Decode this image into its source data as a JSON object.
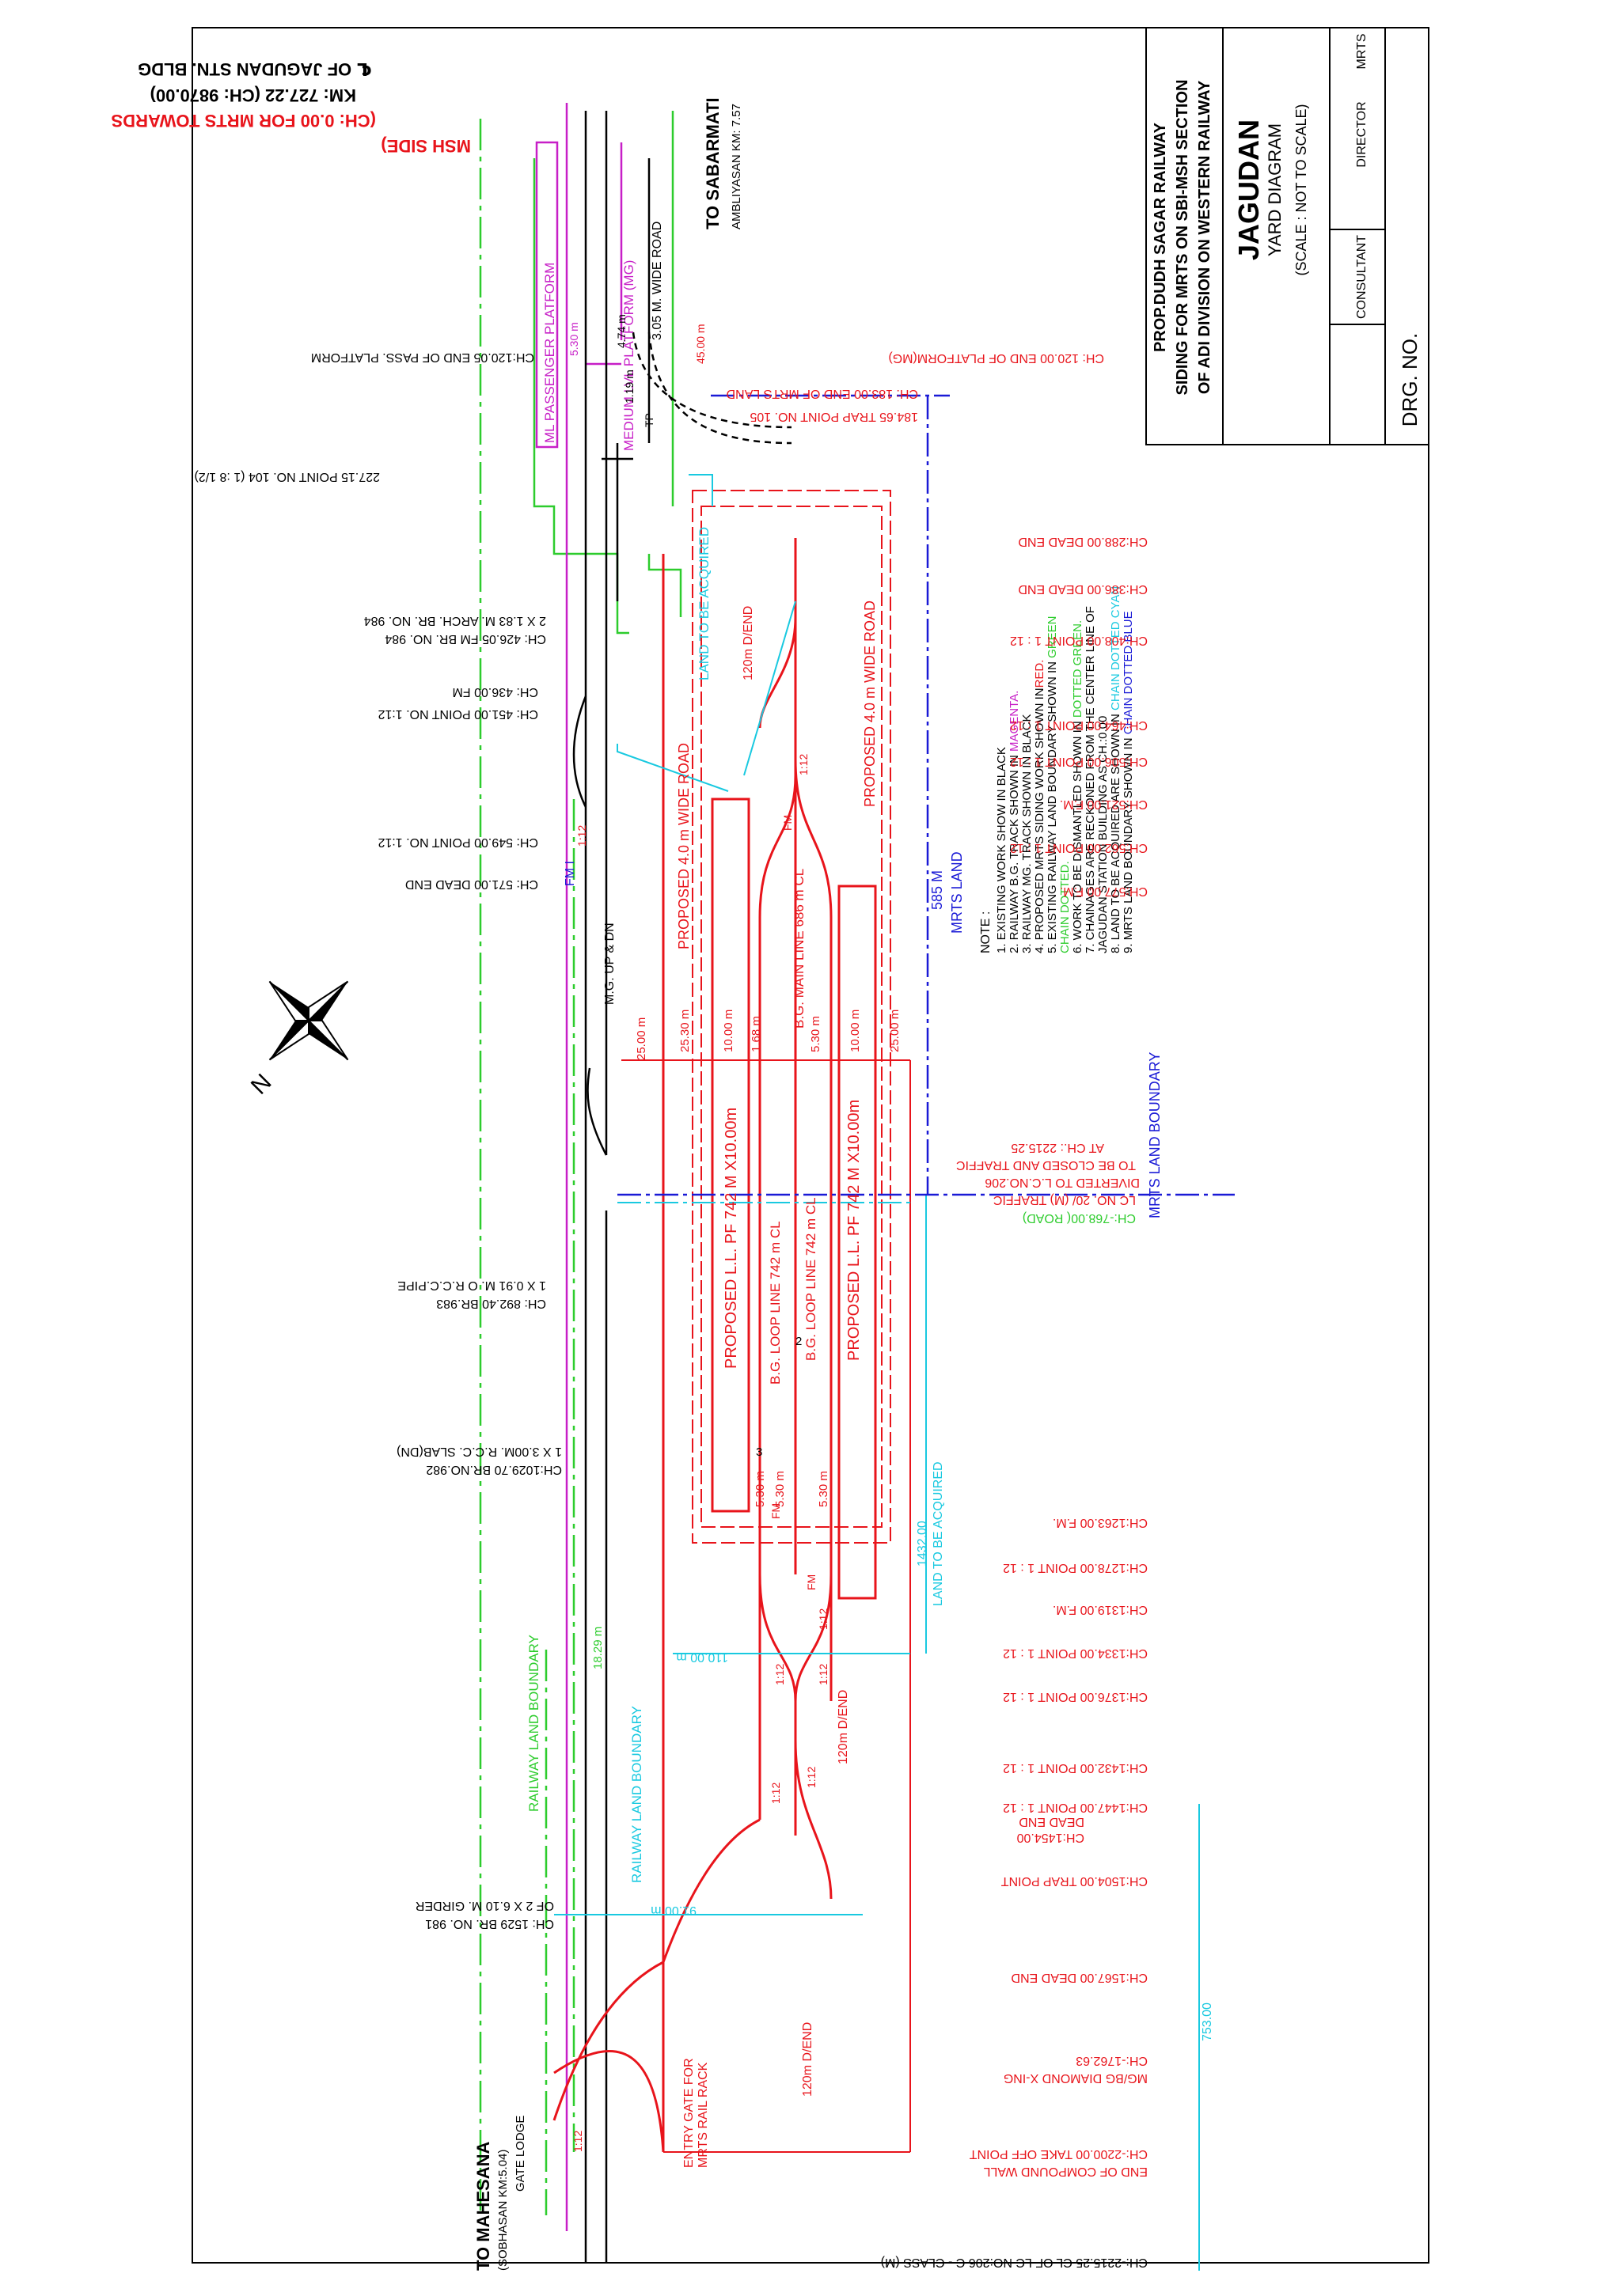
{
  "colors": {
    "existing": "#000000",
    "bg_track": "#c71fc7",
    "proposed": "#e8141b",
    "railway_land": "#2dcc2d",
    "land_acquire": "#19c9e0",
    "mrts_land": "#1a1ad6"
  },
  "title_block": {
    "line1": "PROP.DUDH SAGAR RAILWAY",
    "line2": "SIDING FOR MRTS ON SBI-MSH SECTION",
    "line3": "OF ADI DIVISION ON WESTERN RAILWAY",
    "station": "JAGUDAN",
    "subtitle": "YARD DIAGRAM",
    "scale": "(SCALE : NOT TO SCALE)",
    "consultant": "CONSULTANT",
    "director": "DIRECTOR",
    "mrts": "MRTS",
    "drg_no": "DRG. NO."
  },
  "notes": {
    "heading": "NOTE :",
    "items": [
      {
        "text": "1. EXISTING WORK SHOW IN BLACK",
        "hl": ""
      },
      {
        "text": "2. RAILWAY B.G. TRACK SHOWN IN ",
        "hl": "MAGENTA."
      },
      {
        "text": "3. RAILWAY MG. TRACK SHOWN IN BLACK",
        "hl": ""
      },
      {
        "text": "4. PROPOSED MRTS SIDING WORK SHOWN IN",
        "hl": "RED."
      },
      {
        "text": "5. EXISTING RAILWAY LAND BOUNDARY SHOWN IN ",
        "hl": "GREEN"
      },
      {
        "text": "",
        "hl": "CHAIN DOTTED."
      },
      {
        "text": "6. WORK TO BE DISMANTLED SHOWN IN ",
        "hl": "DOTTED GREEN."
      },
      {
        "text": "7. CHAINAGES ARE RECKONED FROM THE CENTER LINE OF",
        "hl": ""
      },
      {
        "text": "JAGUDAN STATION BUILDING AS CH.:0.00",
        "hl": ""
      },
      {
        "text": "8. LAND TO BE ACQUIRED ARE SHOWN IN ",
        "hl": "CHAIN DOTTED CYAN"
      },
      {
        "text": "9. MRTS LAND BOUNDARY SHOWN IN ",
        "hl": "CHAIN DOTTED BLUE"
      }
    ]
  },
  "header": {
    "cl_station": "℄ OF JAGUDAN STN. BLDG",
    "km": "KM: 727.22   (CH: 9870.00)",
    "ch_zero": "(CH: 0.00 FOR MRTS TOWARDS",
    "msh_side": "MSH SIDE)",
    "to_sabarmati": "TO SABARMATI",
    "ambliyasan": "AMBLIYASAN  KM: 7.57",
    "to_mahesana": "TO MAHESANA",
    "sobhasan": "(SOBHASAN  KM:5.04)",
    "gate_lodge": "GATE LODGE",
    "north": "N"
  },
  "top_chainages": [
    "CH:120.05  END OF PASS. PLATFORM",
    "227.15  POINT NO. 104 (1 :8  1/2)",
    "2 X 1.83 M. ARCH. BR. NO. 984",
    "CH: 426.05 FM BR. NO. 984",
    "CH: 436.00 FM",
    "CH: 451.00  POINT NO.  1:12",
    "CH: 549.00  POINT NO.  1:12",
    "CH: 571.00 DEAD END",
    "1 X 0.91 M.  O  R.C.C.PIPE",
    "CH: 892.40 BR.983",
    "1 X 3.00M. R.C.C. SLAB(DN)",
    "CH:1029.70 BR.NO.982",
    "OF  2  X 6.10 M. GIRDER",
    "CH: 1529   BR. NO. 981",
    "CH:-2215.25 CL OF LC NO:206    C - CLASS (M)"
  ],
  "bottom_chainages": [
    "CH: 120.00 END OF PLATFORM(MG)",
    "CH: 183.00 END OF MRTS LAND",
    "184.65  TRAP POINT NO. 105",
    "CH:288.00  DEAD END",
    "CH:386.00  DEAD END",
    "CH:408.00  POINT 1 : 12",
    "CH:464.00  POINT 1 : 12",
    "CH:506.00  POINT 1 : 12",
    "CH:521.00    F.M.",
    "CH:562.00  POINT 1 : 12",
    "CH:577.00    F.M.",
    "CH:1263.00   F.M.",
    "CH:1278.00  POINT 1 : 12",
    "CH:1319.00   F.M.",
    "CH:1334.00  POINT 1 : 12",
    "CH:1376.00  POINT 1 : 12",
    "CH:1432.00  POINT 1 : 12",
    "CH:1447.00  POINT 1 : 12",
    "DEAD END",
    "CH:1454.00",
    "CH:1504.00  TRAP POINT",
    "CH:1567.00   DEAD END",
    "CH:-1762.63",
    "MG/BG DIAMOND X-ING",
    "CH:-2200.00 TAKE OFF POINT",
    "END OF COMPOUND WALL"
  ],
  "lc_note": {
    "l1": "CH:-768.00( ROAD)",
    "l2": "LC NO. 20/ (M) TRAFFIC",
    "l3": "DIVERTED TO L.C.NO.206",
    "l4": "TO BE CLOSED AND TRAFFIC",
    "l5": "AT CH.: 2215.25"
  },
  "labels": {
    "ml_platform": "ML PASSENGER  PLATFORM",
    "mg_platform": "MEDIUM LVL PLATFORM (MG)",
    "wide_road": "3.05 M. WIDE ROAD",
    "dim_530": "5.30 m",
    "dim_474": "4.74 m",
    "dim_119": "1.19 m",
    "dim_45": "45.00 m",
    "tp": "TP",
    "land_acquired": "LAND TO BE ACQUIRED",
    "road_4m": "PROPOSED 4.0 m WIDE ROAD",
    "d_end_120": "120m D/END",
    "fm": "FM",
    "ratio_112": "1:12",
    "main_line": "B.G. MAIN LINE 686 m CL",
    "mrts_585": "585 M",
    "mrts_land": "MRTS LAND",
    "mg_up_dn": "M.G. UP & DN",
    "dim_25": "25.00 m",
    "dim_2530": "25.30 m",
    "dim_10": "10.00 m",
    "dim_168": "1.68 m",
    "dim_530b": "5.30 m",
    "dim_25b": "25.00 m",
    "pf": "PROPOSED L.L. PF 742 M X10.00m",
    "loop": "B.G. LOOP LINE 742 m  CL",
    "loop2": "B.G. LOOP LINE 742 m  CL",
    "mrts_boundary": "MRTS LAND BOUNDARY",
    "land_1432": "1432.00",
    "land_acq2": "LAND TO BE ACQUIRED",
    "n3": "3",
    "n2": "2",
    "dim_1829": "18.29 m",
    "railway_boundary": "RAILWAY LAND BOUNDARY",
    "dim_110": "110.00 m",
    "dim_91": "91.00 m",
    "dim_753": "753.00",
    "entry_gate": "ENTRY GATE FOR",
    "entry_gate2": "MRTS RAIL RACK"
  }
}
